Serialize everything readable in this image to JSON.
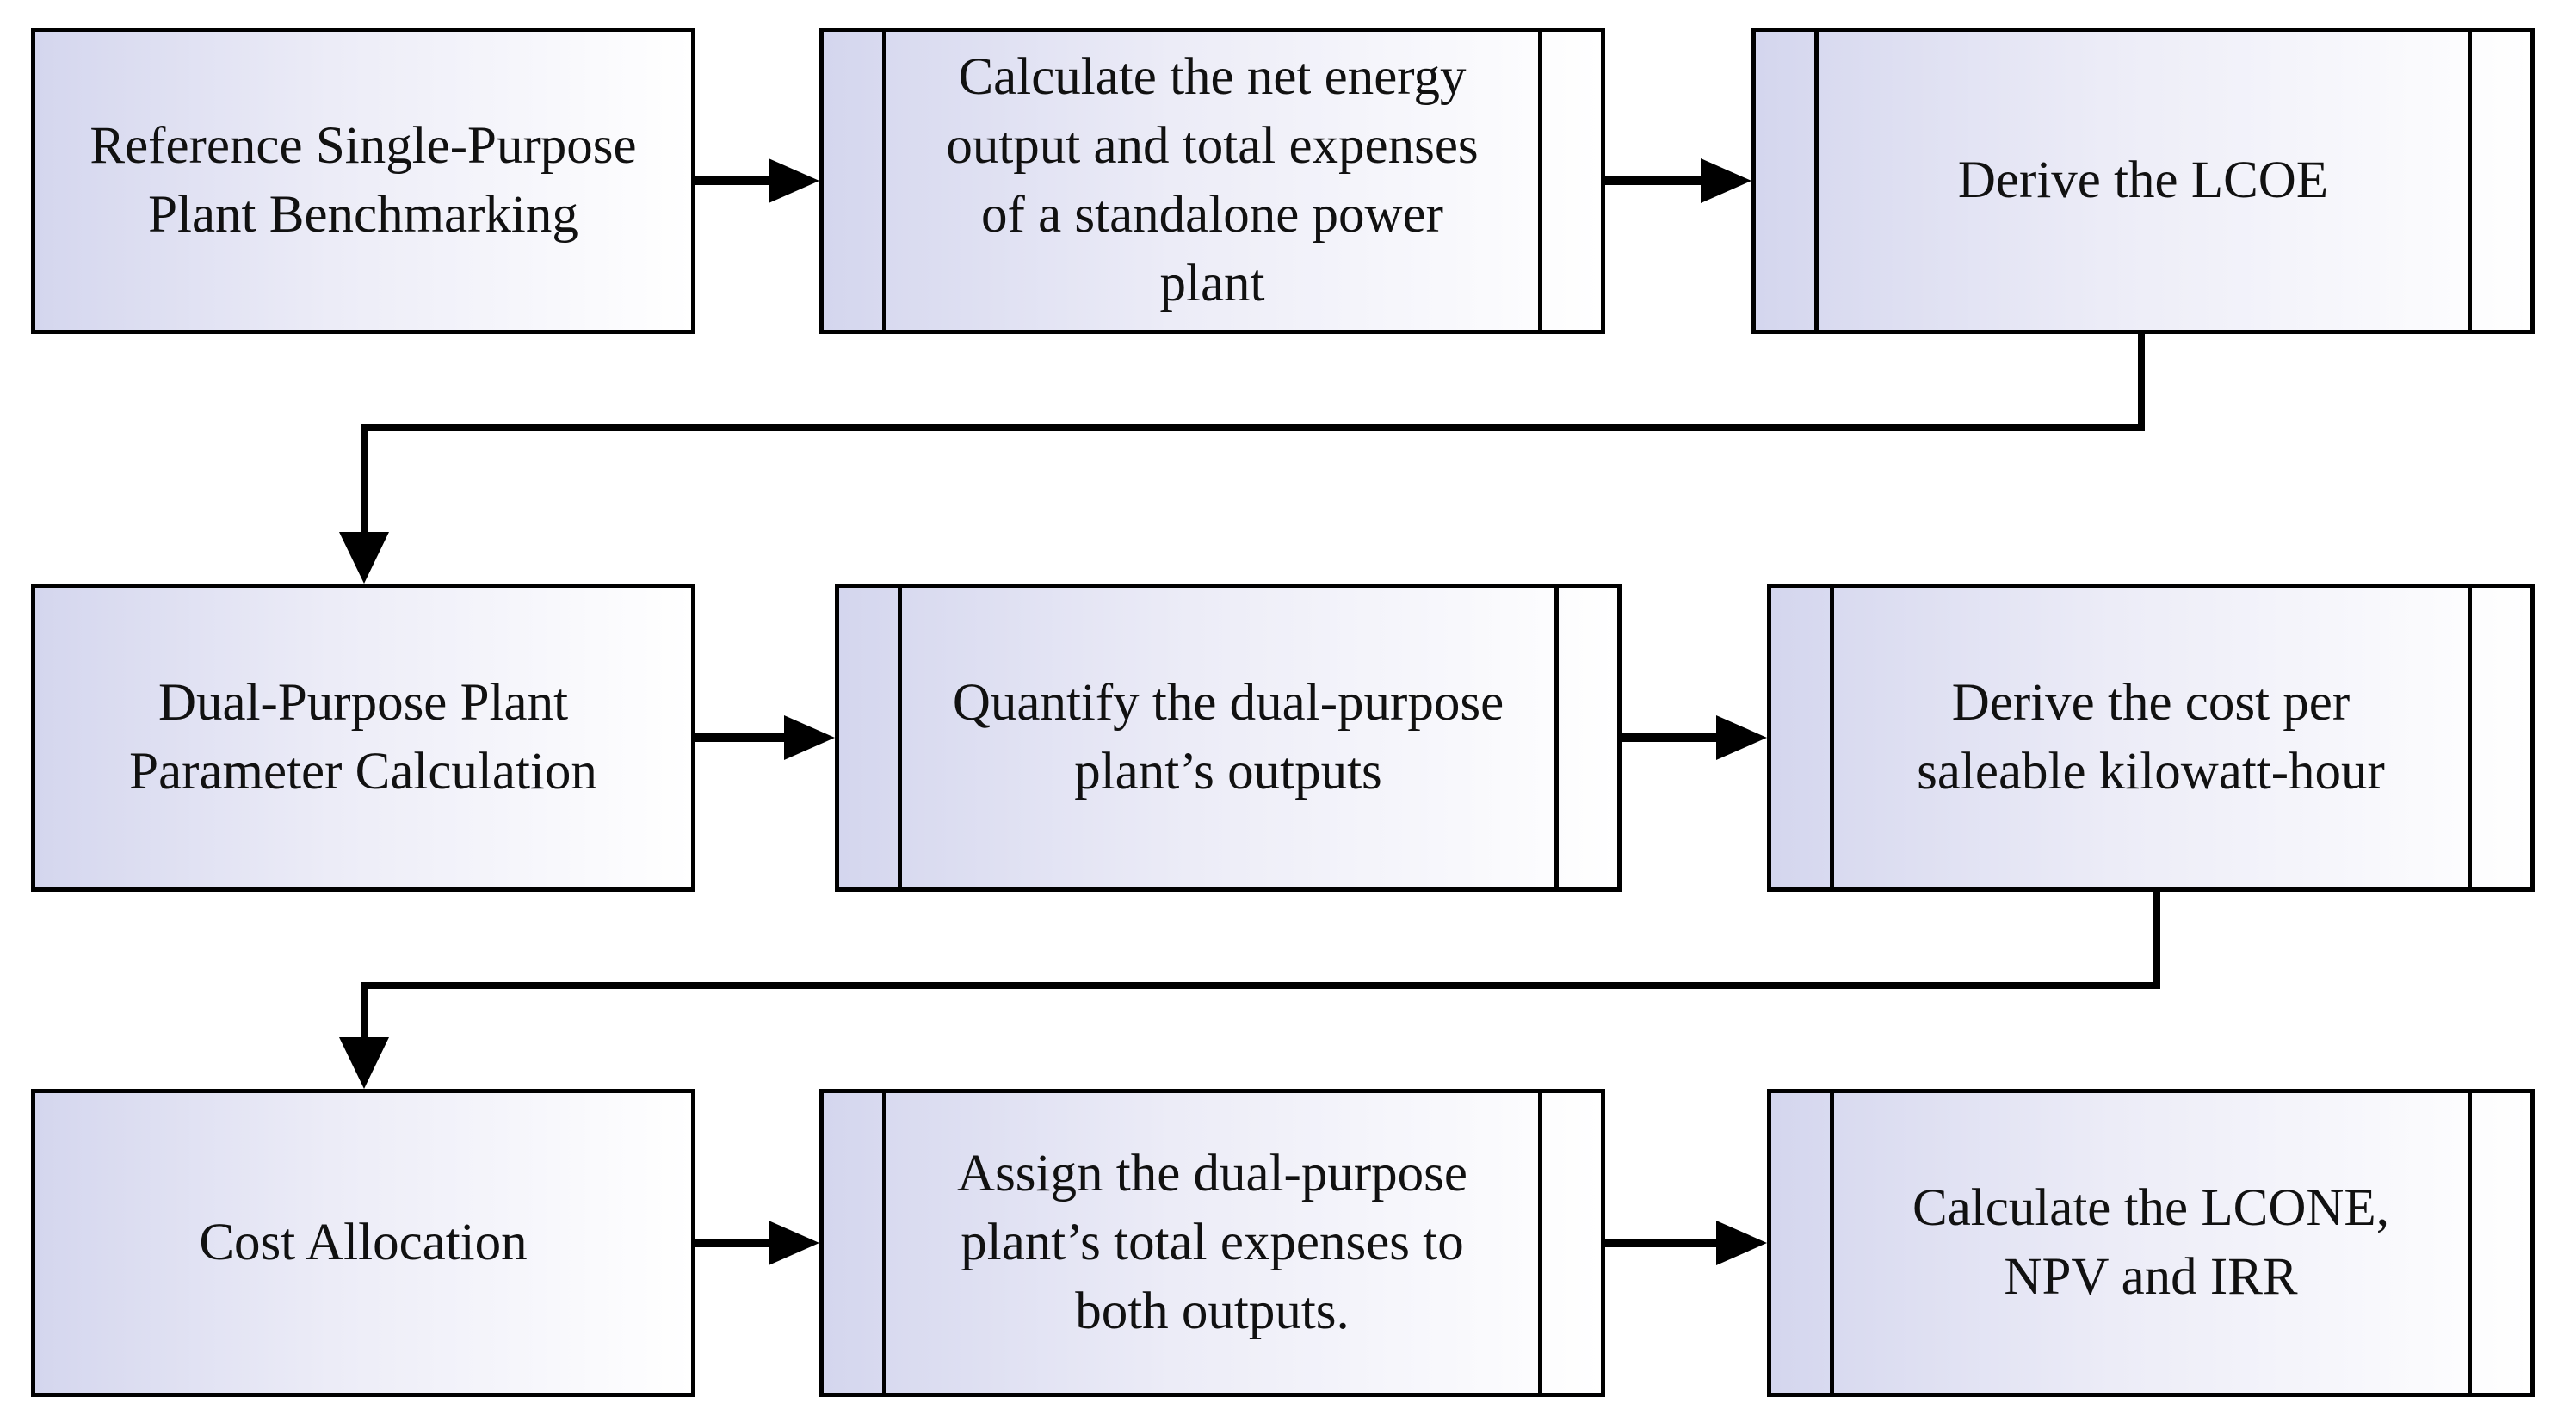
{
  "rows": [
    {
      "start": "Reference Single-Purpose\nPlant Benchmarking",
      "middle": "Calculate the net energy\noutput and total expenses\nof a standalone power\nplant",
      "end": "Derive the LCOE"
    },
    {
      "start": "Dual-Purpose Plant\nParameter Calculation",
      "middle": "Quantify the dual-purpose\nplant’s outputs",
      "end": "Derive the cost per\nsaleable kilowatt-hour"
    },
    {
      "start": "Cost Allocation",
      "middle": "Assign the dual-purpose\nplant’s total expenses to\nboth outputs.",
      "end": "Calculate the LCONE,\nNPV and IRR"
    }
  ],
  "colors": {
    "stroke": "#000000",
    "box_gradient_left": "#d4d6ee",
    "box_gradient_right": "#ffffff"
  }
}
